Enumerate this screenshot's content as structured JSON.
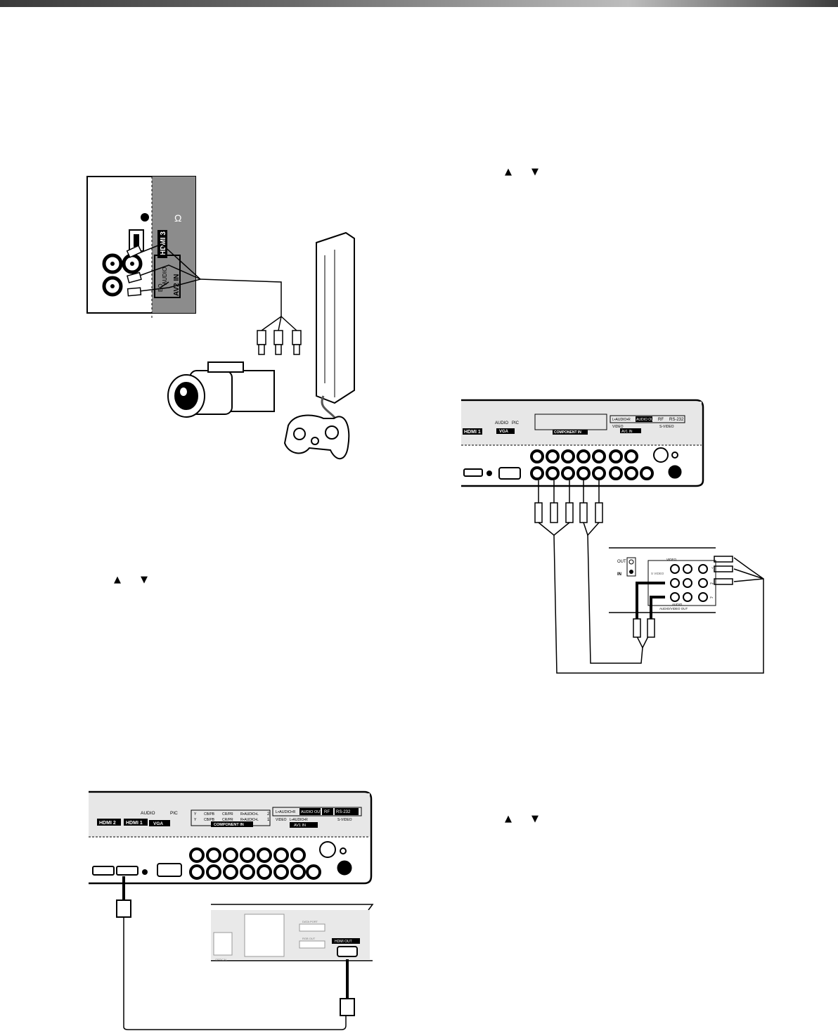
{
  "nav_arrows": {
    "up": "▲",
    "down": "▼"
  },
  "side_panel": {
    "hdmi3": "HDMI 3",
    "av2_in": "AV2 IN",
    "audio": "AUDIO",
    "video_partial": "EO",
    "headphone_glyph": "Ω"
  },
  "rear_panel": {
    "hdmi1": "HDMI 1",
    "hdmi2": "HDMI 2",
    "audio": "AUDIO",
    "pic": "PIC",
    "vga": "VGA",
    "component_in": "COMPONENT IN",
    "comp_row2": [
      "Y",
      "CB/PB",
      "CR/PR",
      "R•AUDIO•L"
    ],
    "comp_row1": [
      "Y",
      "CB/PB",
      "CR/PR",
      "R•AUDIO•L"
    ],
    "comp_num2": "2",
    "comp_num1": "1",
    "av_top": "L•AUDIO•R",
    "audio_out": "AUDIO OUT",
    "rf": "RF",
    "rs232": "RS-232",
    "video": "VIDEO",
    "av_audio": "L•AUDIO•R",
    "svideo": "S-VIDEO",
    "av1_in": "AV1 IN"
  },
  "device_panel": {
    "out": "OUT",
    "in": "IN",
    "svideo": "S VIDEO",
    "video": "VIDEO",
    "audio": "AUDIO",
    "av_out": "AUDIO/VIDEO OUT",
    "y": "Y",
    "pb": "Pb",
    "pr": "Pr"
  },
  "player_panel": {
    "hdmi_out": "HDMI OUT",
    "optical": "OPTICAL",
    "data_port": "DATA PORT",
    "rgb_out": "RGB OUT"
  }
}
